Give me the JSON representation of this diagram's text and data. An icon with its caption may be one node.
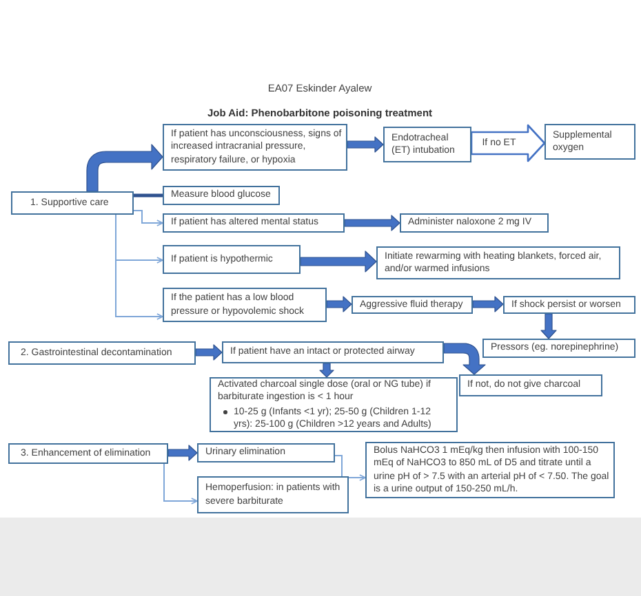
{
  "diagram": {
    "title": "Job Aid: Phenobarbitone poisoning treatment",
    "nodes": [
      {
        "text": [
          "If patient has unconsciousness, signs of increased intracranial pressure, respiratory failure, or hypoxia"
        ]
      },
      {
        "text": [
          "Endotracheal (ET) intubation"
        ]
      },
      {
        "text": [
          "Supplemental oxygen"
        ]
      },
      {
        "text": [
          "1. Supportive care"
        ]
      },
      {
        "text": [
          "Measure blood glucose"
        ]
      },
      {
        "text": [
          "If patient has altered mental status"
        ]
      },
      {
        "text": [
          "Administer naloxone 2 mg IV"
        ]
      },
      {
        "text": [
          "If patient is hypothermic"
        ]
      },
      {
        "text": [
          "Initiate rewarming with heating blankets, forced air, and/or warmed infusions"
        ]
      },
      {
        "text": [
          "If the patient has a low blood pressure or hypovolemic shock"
        ]
      },
      {
        "text": [
          "Aggressive fluid therapy"
        ]
      },
      {
        "text": [
          "If shock persist or worsen"
        ]
      },
      {
        "text": [
          "Pressors (eg. norepinephrine)"
        ]
      },
      {
        "text": [
          "2. Gastrointestinal decontamination"
        ]
      },
      {
        "text": [
          "If patient have an intact or protected airway"
        ]
      },
      {
        "text": [
          "Activated charcoal single dose (oral or NG tube) if barbiturate ingestion is < 1 hour",
          "10-25 g (Infants <1 yr); 25-50 g (Children 1-12 yrs): 25-100 g (Children >12 years and Adults)"
        ]
      },
      {
        "text": [
          "If not, do not give charcoal"
        ]
      },
      {
        "text": [
          "3. Enhancement of elimination"
        ]
      },
      {
        "text": [
          "Urinary elimination"
        ]
      },
      {
        "text": [
          "Bolus NaHCO3 1 mEq/kg then infusion with 100-150 mEq of NaHCO3 to 850 mL of D5 and titrate until a urine pH of > 7.5 with an arterial pH of < 7.50. The goal is a urine output of 150-250 mL/h."
        ]
      },
      {
        "text": [
          "Hemoperfusion: in patients with severe barbiturate"
        ]
      }
    ],
    "edges": [
      {
        "from": 3,
        "to": 0,
        "arrow": "to",
        "style": "thick"
      },
      {
        "from": 0,
        "to": 1,
        "arrow": "to",
        "style": "thick"
      },
      {
        "from": 1,
        "to": 2,
        "arrow": "to",
        "style": "thick",
        "label": "If no ET"
      },
      {
        "from": 3,
        "to": 4,
        "arrow": "none",
        "style": "thick",
        "color": "#2f528f"
      },
      {
        "from": 3,
        "to": 5,
        "arrow": "to",
        "color": "#7ea6d8"
      },
      {
        "from": 5,
        "to": 6,
        "arrow": "to",
        "style": "thick"
      },
      {
        "from": 3,
        "to": 7,
        "arrow": "to",
        "color": "#7ea6d8"
      },
      {
        "from": 7,
        "to": 8,
        "arrow": "to",
        "style": "thick"
      },
      {
        "from": 3,
        "to": 9,
        "arrow": "to",
        "color": "#7ea6d8"
      },
      {
        "from": 9,
        "to": 10,
        "arrow": "to",
        "style": "thick"
      },
      {
        "from": 10,
        "to": 11,
        "arrow": "to",
        "style": "thick"
      },
      {
        "from": 11,
        "to": 12,
        "arrow": "to",
        "style": "thick"
      },
      {
        "from": 13,
        "to": 14,
        "arrow": "to",
        "style": "thick"
      },
      {
        "from": 14,
        "to": 15,
        "arrow": "to",
        "style": "thick"
      },
      {
        "from": 14,
        "to": 16,
        "arrow": "to",
        "style": "thick"
      },
      {
        "from": 17,
        "to": 18,
        "arrow": "to",
        "style": "thick"
      },
      {
        "from": 18,
        "to": 19,
        "arrow": "to",
        "color": "#7ea6d8"
      },
      {
        "from": 17,
        "to": 20,
        "arrow": "to",
        "color": "#7ea6d8"
      }
    ],
    "labels": [
      "EA07 Eskinder Ayalew"
    ]
  }
}
